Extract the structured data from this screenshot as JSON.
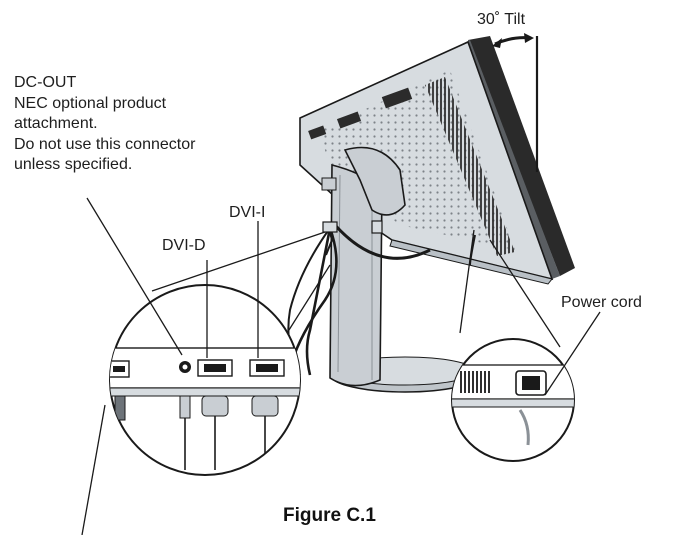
{
  "labels": {
    "tilt": "30˚ Tilt",
    "dc_out_title": "DC-OUT",
    "dc_out_lines": [
      "NEC optional product",
      "attachment.",
      "Do not use this connector",
      "unless specified."
    ],
    "dvi_i": "DVI-I",
    "dvi_d": "DVI-D",
    "power_cord": "Power cord"
  },
  "caption": "Figure C.1",
  "colors": {
    "line": "#1a1a1a",
    "panel_light": "#d7dce0",
    "panel_mid": "#b9c0c6",
    "stand": "#c9ced3",
    "bezel": "#2a2a2a"
  }
}
